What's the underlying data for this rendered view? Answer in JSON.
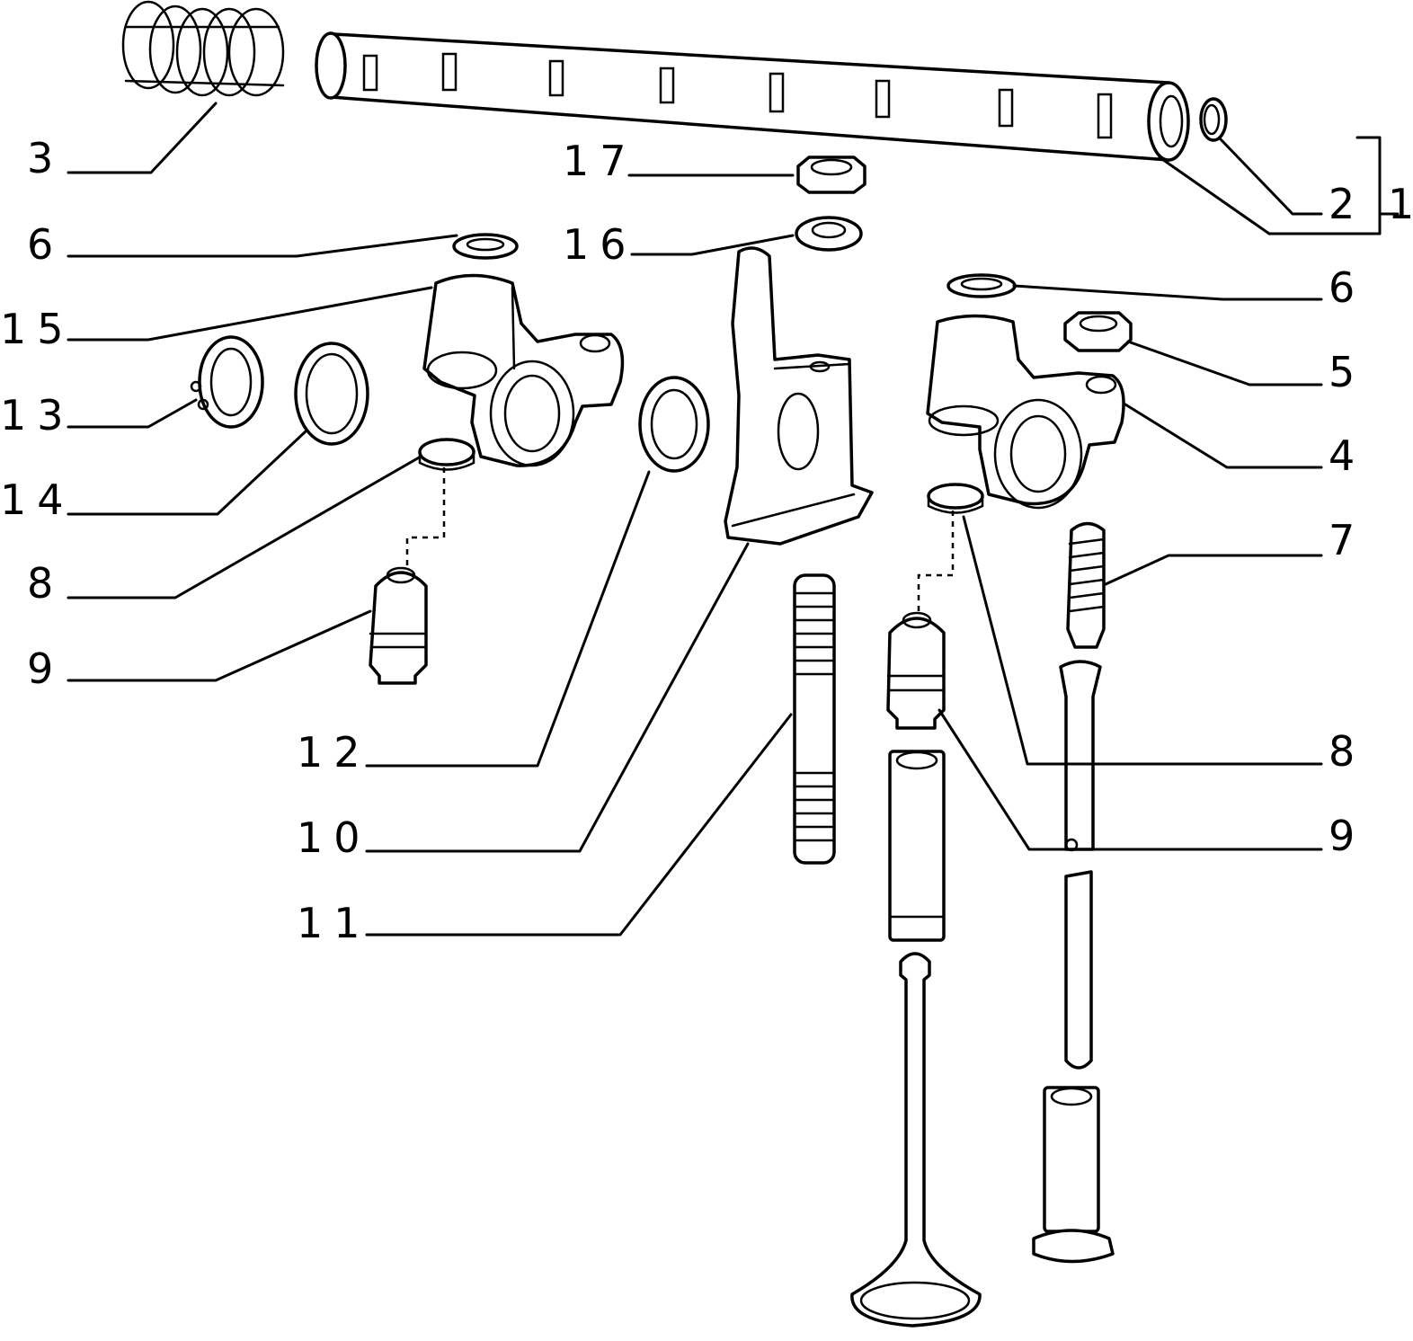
{
  "diagram": {
    "callouts": {
      "c1": "1",
      "c2": "2",
      "c3": "3",
      "c4": "4",
      "c5": "5",
      "c6_left": "6",
      "c6_right": "6",
      "c7": "7",
      "c8_left": "8",
      "c8_right": "8",
      "c9_left": "9",
      "c9_right": "9",
      "c10": "10",
      "c11": "11",
      "c12": "12",
      "c13": "13",
      "c14": "14",
      "c15": "15",
      "c16": "16",
      "c17": "17"
    }
  }
}
